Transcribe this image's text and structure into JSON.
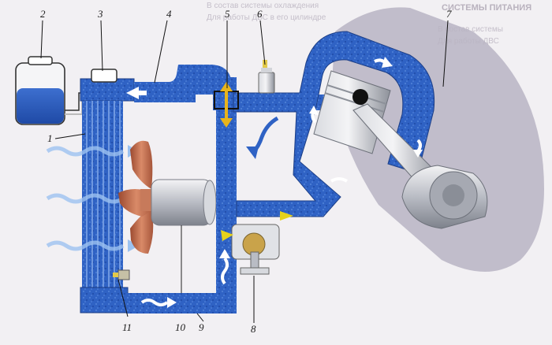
{
  "background_text": {
    "heading": "СИСТЕМЫ ПИТАНИЯ",
    "left_lines": [
      "В состав системы охлаждения",
      "",
      "",
      "",
      "",
      "Для работы ДВС в его цилиндре",
      "",
      ""
    ],
    "right_lines": [
      "В состав системы",
      "Для работы ДВС",
      "",
      "",
      ""
    ],
    "bottom_lines": [
      "",
      "",
      "",
      "",
      "",
      "",
      "",
      "",
      "",
      "",
      "",
      ""
    ]
  },
  "labels": {
    "n1": "1",
    "n2": "2",
    "n3": "3",
    "n4": "4",
    "n5": "5",
    "n6": "6",
    "n7": "7",
    "n8": "8",
    "n9": "9",
    "n10": "10",
    "n11": "11"
  },
  "colors": {
    "coolant_blue": "#2f62c4",
    "coolant_light": "#6f98e0",
    "engine_shadow": "#b7b2c1",
    "fan_blade": "#c86a48",
    "thermostat_valve": "#e8b41c",
    "arrow_white": "#ffffff",
    "arrow_yellow": "#e6d21a"
  }
}
